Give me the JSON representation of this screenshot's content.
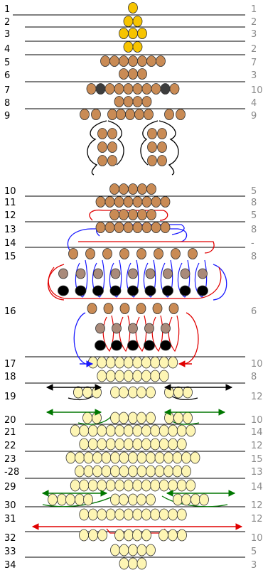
{
  "rows": [
    {
      "label": "1",
      "count": "1"
    },
    {
      "label": "2",
      "count": "2"
    },
    {
      "label": "3",
      "count": "3"
    },
    {
      "label": "4",
      "count": "2"
    },
    {
      "label": "5",
      "count": "7"
    },
    {
      "label": "6",
      "count": "3"
    },
    {
      "label": "7",
      "count": "10"
    },
    {
      "label": "8",
      "count": "4"
    },
    {
      "label": "9",
      "count": "9"
    },
    {
      "label": "10",
      "count": "5"
    },
    {
      "label": "11",
      "count": "8"
    },
    {
      "label": "12",
      "count": "5"
    },
    {
      "label": "13",
      "count": "8"
    },
    {
      "label": "14",
      "count": "-"
    },
    {
      "label": "15",
      "count": "8"
    },
    {
      "label": "16",
      "count": "6"
    },
    {
      "label": "17",
      "count": "10"
    },
    {
      "label": "18",
      "count": "8"
    },
    {
      "label": "19",
      "count": "12"
    },
    {
      "label": "20",
      "count": "10"
    },
    {
      "label": "21",
      "count": "14"
    },
    {
      "label": "22",
      "count": "12"
    },
    {
      "label": "23",
      "count": "15"
    },
    {
      "label": "-28",
      "count": "13"
    },
    {
      "label": "29",
      "count": "14"
    },
    {
      "label": "30",
      "count": "12"
    },
    {
      "label": "31",
      "count": "12"
    },
    {
      "label": "32",
      "count": "10"
    },
    {
      "label": "33",
      "count": "5"
    },
    {
      "label": "34",
      "count": "3"
    }
  ],
  "colors": {
    "yellow": "#f7c400",
    "brown": "#c98b55",
    "gray": "#3d3d3d",
    "cream": "#fdf5b4",
    "black_bead": "#000000",
    "thread_red": "#e00000",
    "thread_blue": "#1a1aff",
    "thread_green": "#007700",
    "thread_black": "#000000",
    "label_dark": "#000000",
    "label_gray": "#8a8a8a"
  }
}
